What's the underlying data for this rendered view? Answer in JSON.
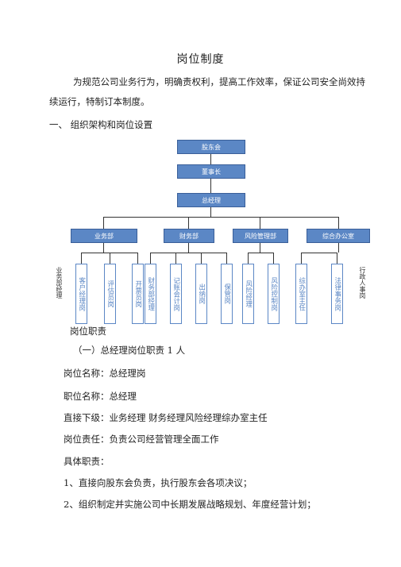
{
  "doc": {
    "title": "岗位制度",
    "intro_line1": "为规范公司业务行为，明确责权利，提高工作效率，保证公司安全尚效持",
    "intro_line2": "续运行，特制订本制度。",
    "section1": "一、  组织架构和岗位设置"
  },
  "org": {
    "board": "股东会",
    "chairman": "董事长",
    "gm": "总经理",
    "departments": [
      "业务部",
      "财务部",
      "风险管理部",
      "综合办公室"
    ],
    "positions": [
      "客户经理岗",
      "评估员岗",
      "开票员岗",
      "财务部经理",
      "记账会计岗",
      "出纳岗",
      "保管岗",
      "风险经理",
      "风险控制岗",
      "综办室主任",
      "法律事务岗"
    ],
    "left_side_label": "业务部经理",
    "right_side_label": "行政人事岗"
  },
  "body": {
    "sub_heading": "岗位职责",
    "item1_title": "（一）总经理岗位职责 1 人",
    "post_name": "岗位名称：总经理岗",
    "title_name": "职位名称：总经理",
    "subordinates": "直接下级：业务经理  财务经理风险经理综办室主任",
    "responsibility": "岗位责任：负责公司经营管理全面工作",
    "details_label": "具体职责：",
    "duties": [
      "1、直接向股东会负责，执行股东会各项决议；",
      "2、组织制定并实施公司中长期发展战略规划、年度经营计划；"
    ]
  }
}
